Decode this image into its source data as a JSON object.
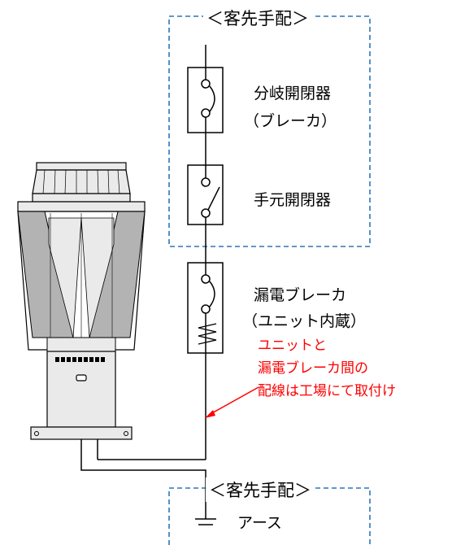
{
  "headers": {
    "top": "＜客先手配＞",
    "bottom": "＜客先手配＞"
  },
  "devices": {
    "branch_switch": {
      "line1": "分岐開閉器",
      "line2": "（ブレーカ）"
    },
    "local_switch": {
      "line1": "手元開閉器"
    },
    "leakage_breaker": {
      "line1": "漏電ブレーカ",
      "line2": "（ユニット内蔵）"
    },
    "earth": {
      "label": "アース"
    }
  },
  "note": {
    "line1": "ユニットと",
    "line2": "漏電ブレーカ間の",
    "line3": "配線は工場にて取付け"
  },
  "colors": {
    "dashed_border": "#2e75b6",
    "note_text": "#ff0000",
    "unit_gray": "#b3b3b3",
    "unit_light": "#eaeaea"
  }
}
